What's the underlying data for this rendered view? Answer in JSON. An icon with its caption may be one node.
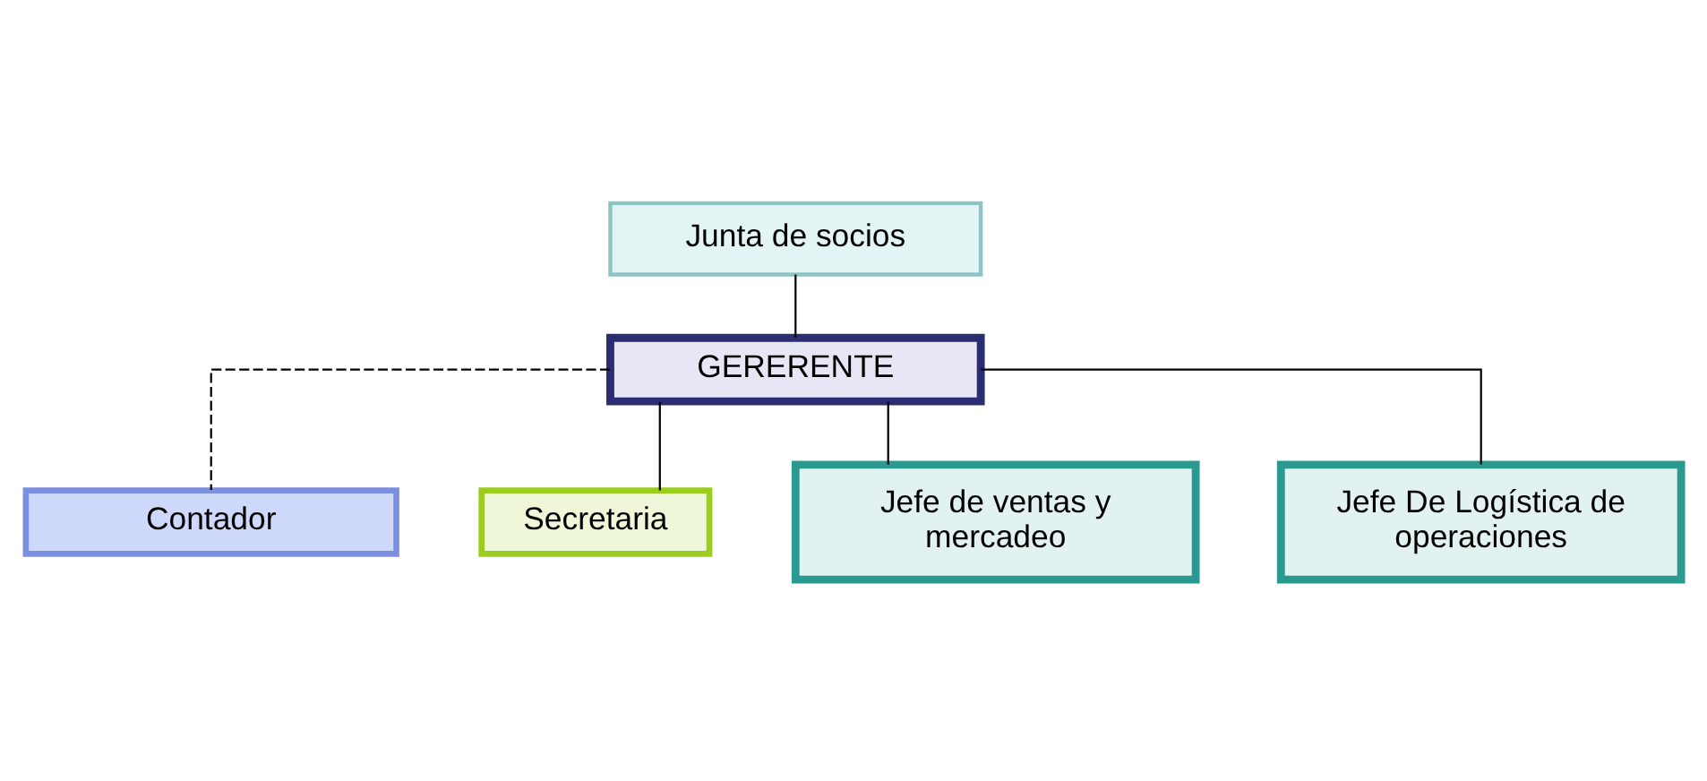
{
  "diagram": {
    "nodes": [
      {
        "text": [
          "Junta de socios"
        ]
      },
      {
        "text": [
          "GERERENTE"
        ]
      },
      {
        "text": [
          "Contador"
        ]
      },
      {
        "text": [
          "Secretaria"
        ]
      },
      {
        "text": [
          "Jefe de ventas y mercadeo"
        ]
      },
      {
        "text": [
          "Jefe De Logística de operaciones"
        ]
      }
    ],
    "edges": [
      {
        "from": 0,
        "to": 1,
        "arrow": "none"
      },
      {
        "from": 1,
        "to": 2,
        "arrow": "none",
        "style": "dashed"
      },
      {
        "from": 1,
        "to": 3,
        "arrow": "none"
      },
      {
        "from": 1,
        "to": 4,
        "arrow": "none"
      },
      {
        "from": 1,
        "to": 5,
        "arrow": "none"
      }
    ]
  }
}
